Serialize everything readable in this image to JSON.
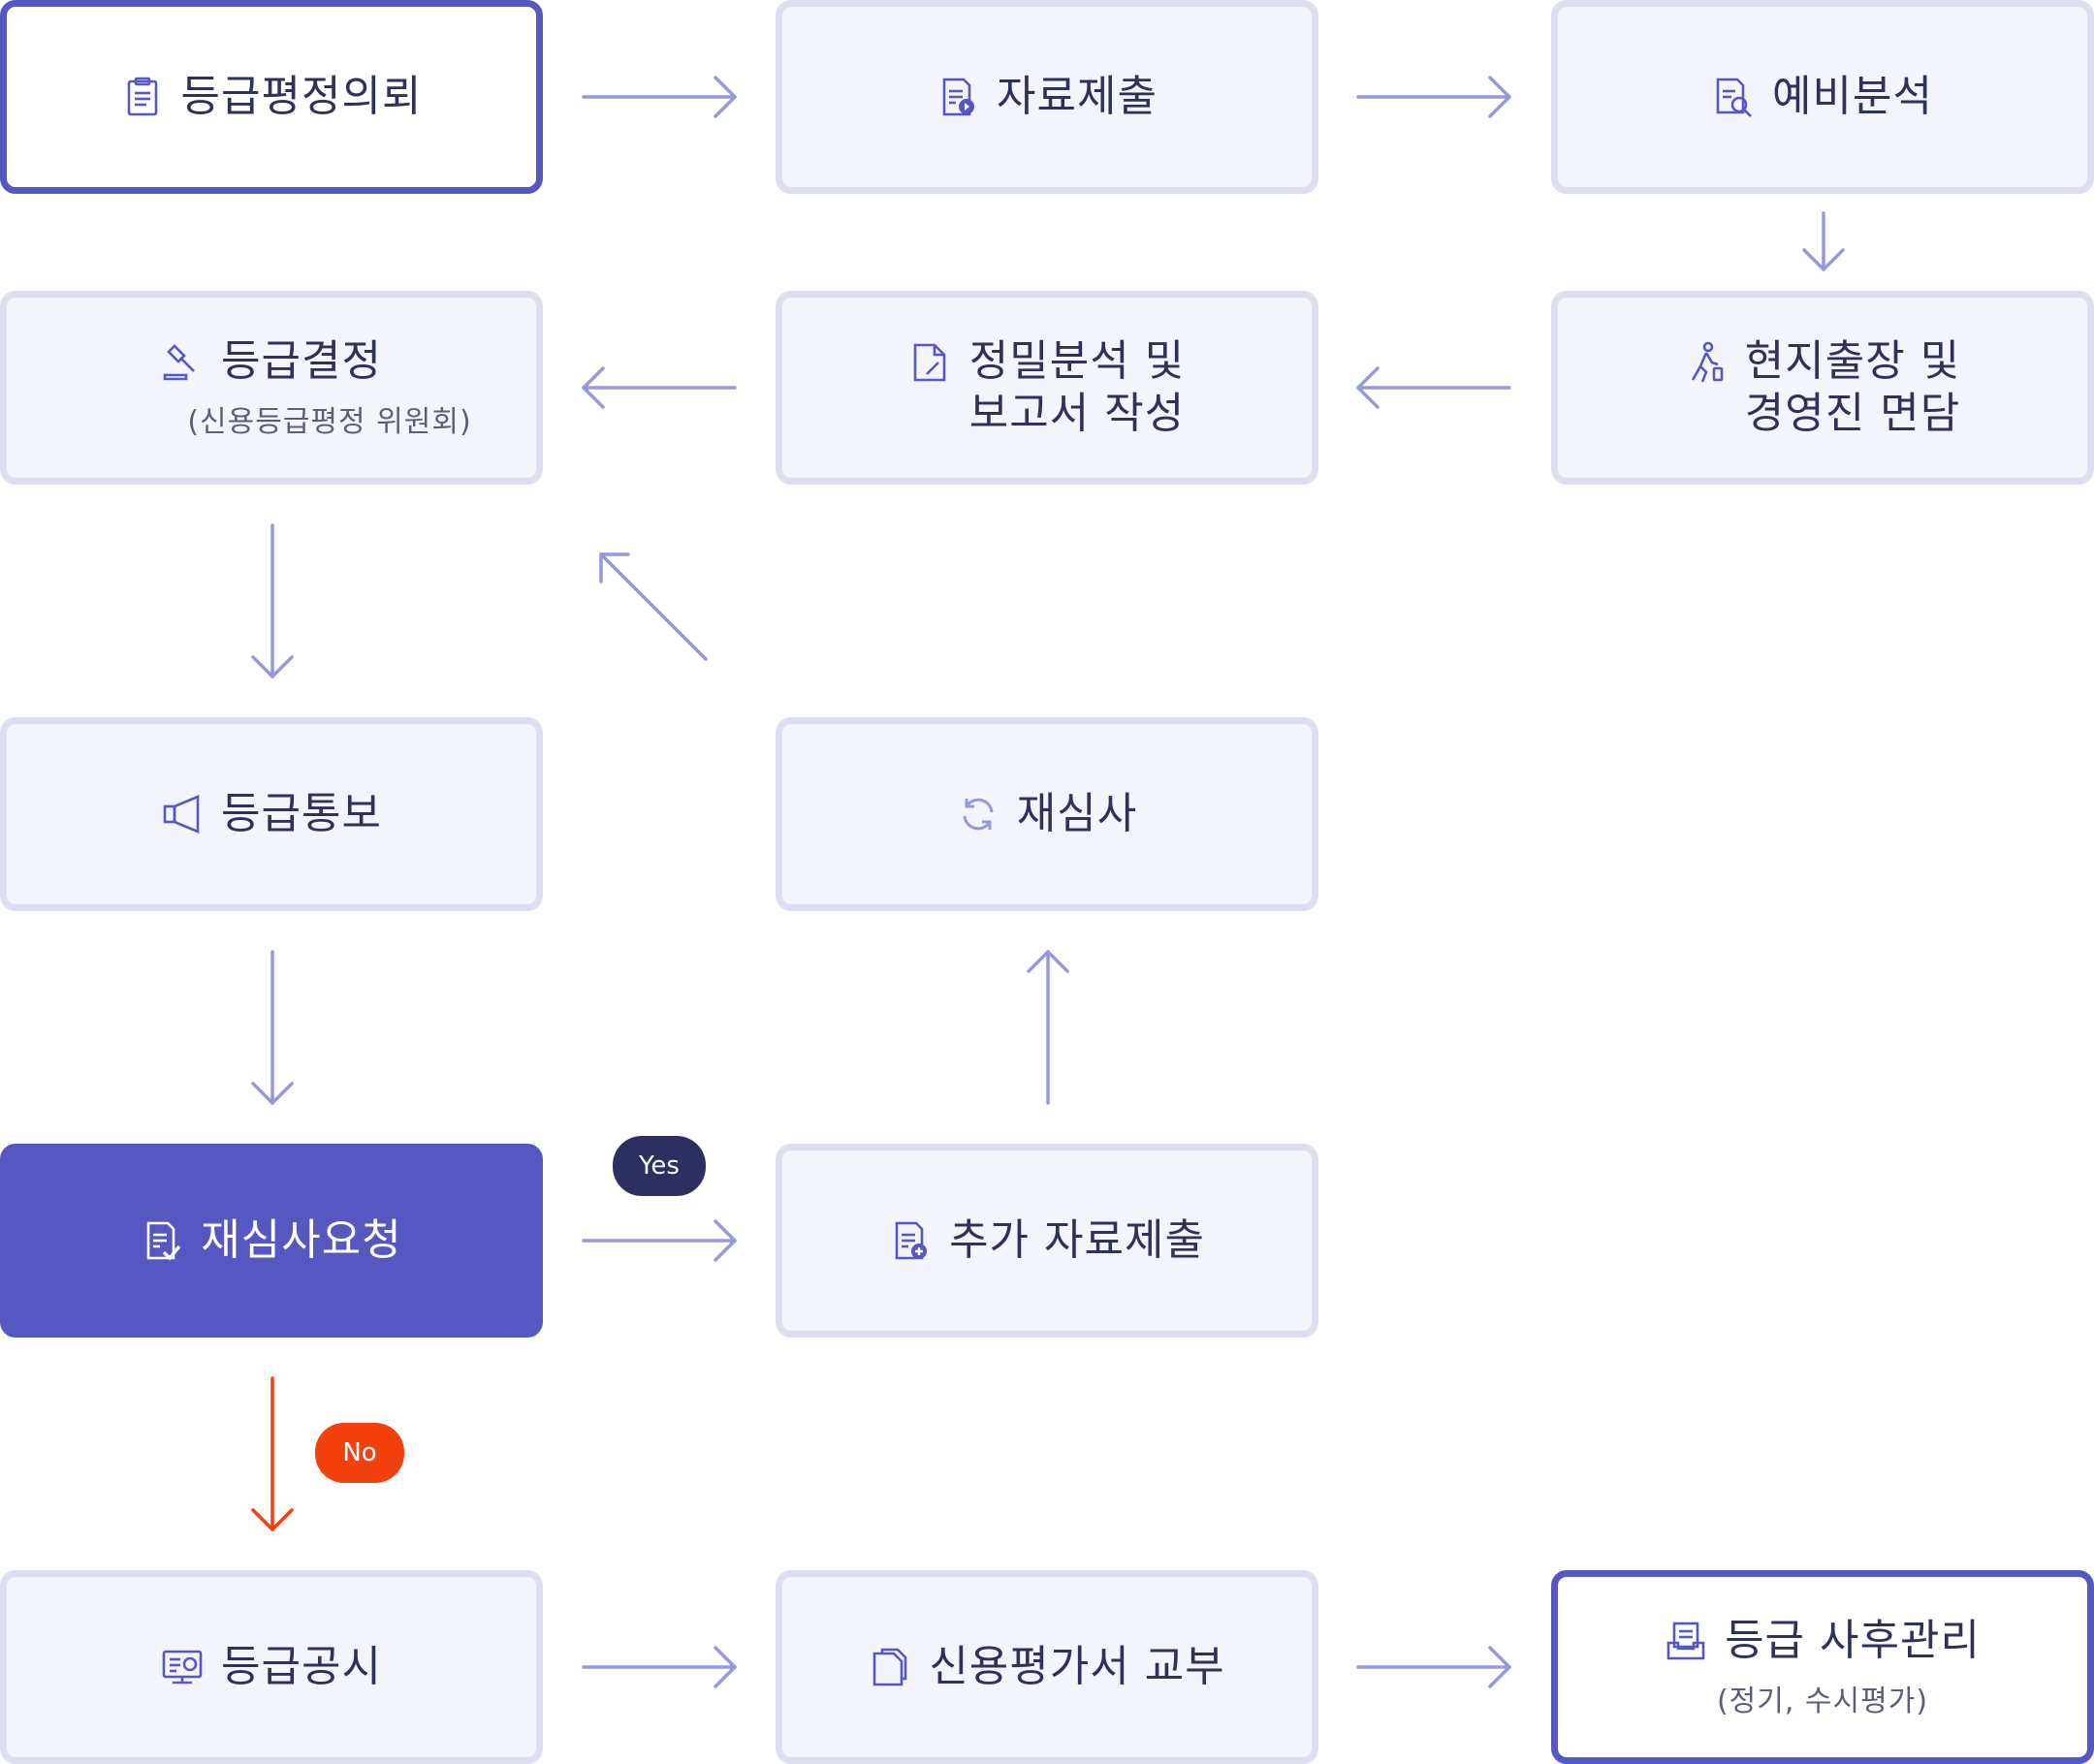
{
  "colors": {
    "accent": "#5558c0",
    "box_fill": "#f3f4fc",
    "box_border": "#dcdef2",
    "arrow": "#9599db",
    "no_path": "#f2400f",
    "yes_badge": "#2c3060",
    "text": "#2e3159"
  },
  "steps": {
    "request": {
      "label": "등급평정의뢰",
      "icon": "clipboard-icon"
    },
    "submit": {
      "label": "자료제출",
      "icon": "document-submit-icon"
    },
    "prelim": {
      "label": "예비분석",
      "icon": "document-search-icon"
    },
    "visit": {
      "label": "현지출장 및\n경영진 면담",
      "icon": "walking-person-icon"
    },
    "analysis": {
      "label": "정밀분석 및\n보고서 작성",
      "icon": "document-edit-icon"
    },
    "decision": {
      "label": "등급결정",
      "sub": "(신용등급평정 위원회)",
      "icon": "gavel-icon"
    },
    "notify": {
      "label": "등급통보",
      "icon": "megaphone-icon"
    },
    "rereview": {
      "label": "재심사",
      "icon": "refresh-icon"
    },
    "rereview_request": {
      "label": "재심사요청",
      "icon": "document-check-icon"
    },
    "additional": {
      "label": "추가 자료제출",
      "icon": "document-add-icon"
    },
    "disclosure": {
      "label": "등급공시",
      "icon": "monitor-icon"
    },
    "issue": {
      "label": "신용평가서 교부",
      "icon": "document-copy-icon"
    },
    "followup": {
      "label": "등급 사후관리",
      "sub": "(정기, 수시평가)",
      "icon": "inbox-icon"
    }
  },
  "badges": {
    "yes": "Yes",
    "no": "No"
  }
}
